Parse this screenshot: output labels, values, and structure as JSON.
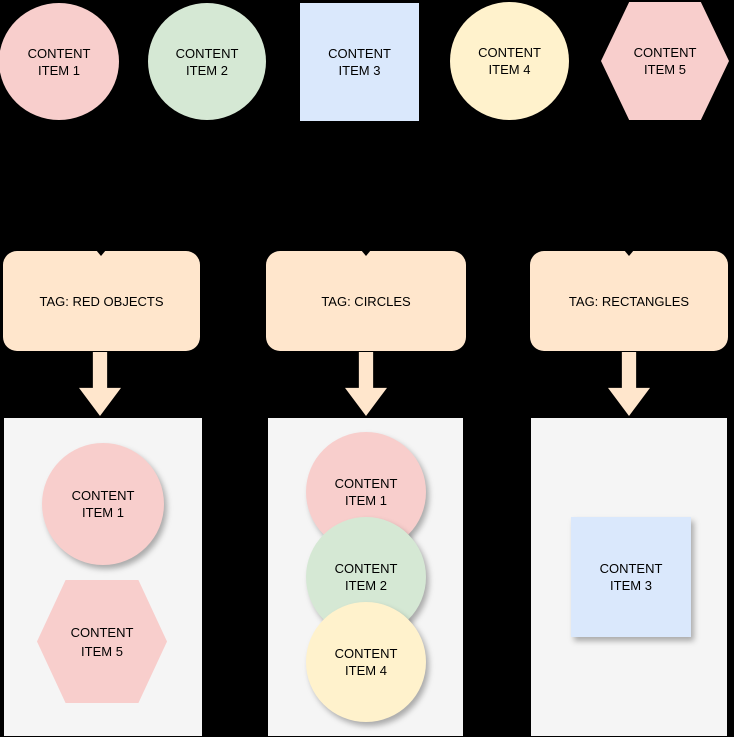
{
  "diagram": {
    "background": "#000000",
    "palette": {
      "red": "#f8cecc",
      "green": "#d5e8d4",
      "blue": "#dae8fc",
      "yellow": "#fff2cc",
      "tag_orange": "#ffe6cc",
      "bin_gray": "#f5f5f5",
      "text": "#000000"
    },
    "top_row": {
      "items": [
        {
          "shape": "circle",
          "fill": "#f8cecc",
          "line1": "CONTENT",
          "line2": "ITEM 1"
        },
        {
          "shape": "circle",
          "fill": "#d5e8d4",
          "line1": "CONTENT",
          "line2": "ITEM 2"
        },
        {
          "shape": "square",
          "fill": "#dae8fc",
          "line1": "CONTENT",
          "line2": "ITEM 3"
        },
        {
          "shape": "circle",
          "fill": "#fff2cc",
          "line1": "CONTENT",
          "line2": "ITEM 4"
        },
        {
          "shape": "hexagon",
          "fill": "#f8cecc",
          "line1": "CONTENT",
          "line2": "ITEM 5"
        }
      ]
    },
    "tag_row": {
      "tags": [
        {
          "label": "TAG: RED OBJECTS",
          "fill": "#ffe6cc"
        },
        {
          "label": "TAG: CIRCLES",
          "fill": "#ffe6cc"
        },
        {
          "label": "TAG: RECTANGLES",
          "fill": "#ffe6cc"
        }
      ]
    },
    "bins": [
      {
        "tag": "TAG: RED OBJECTS",
        "fill": "#f5f5f5",
        "items": [
          {
            "shape": "circle",
            "fill": "#f8cecc",
            "line1": "CONTENT",
            "line2": "ITEM 1"
          },
          {
            "shape": "hexagon",
            "fill": "#f8cecc",
            "line1": "CONTENT",
            "line2": "ITEM 5"
          }
        ]
      },
      {
        "tag": "TAG: CIRCLES",
        "fill": "#f5f5f5",
        "items": [
          {
            "shape": "circle",
            "fill": "#f8cecc",
            "line1": "CONTENT",
            "line2": "ITEM 1"
          },
          {
            "shape": "circle",
            "fill": "#d5e8d4",
            "line1": "CONTENT",
            "line2": "ITEM 2"
          },
          {
            "shape": "circle",
            "fill": "#fff2cc",
            "line1": "CONTENT",
            "line2": "ITEM 4"
          }
        ]
      },
      {
        "tag": "TAG: RECTANGLES",
        "fill": "#f5f5f5",
        "items": [
          {
            "shape": "square",
            "fill": "#dae8fc",
            "line1": "CONTENT",
            "line2": "ITEM 3"
          }
        ]
      }
    ]
  }
}
